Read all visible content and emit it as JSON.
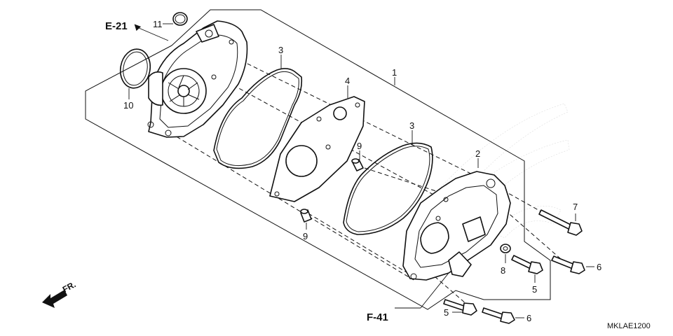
{
  "diagram": {
    "section_refs": {
      "e21": "E-21",
      "f41": "F-41"
    },
    "front_label": "FR.",
    "diagram_code": "MKLAE1200",
    "callouts": {
      "c1": "1",
      "c2": "2",
      "c3a": "3",
      "c3b": "3",
      "c4": "4",
      "c5a": "5",
      "c5b": "5",
      "c6a": "6",
      "c6b": "6",
      "c7": "7",
      "c8": "8",
      "c9a": "9",
      "c9b": "9",
      "c10": "10",
      "c11": "11"
    }
  }
}
